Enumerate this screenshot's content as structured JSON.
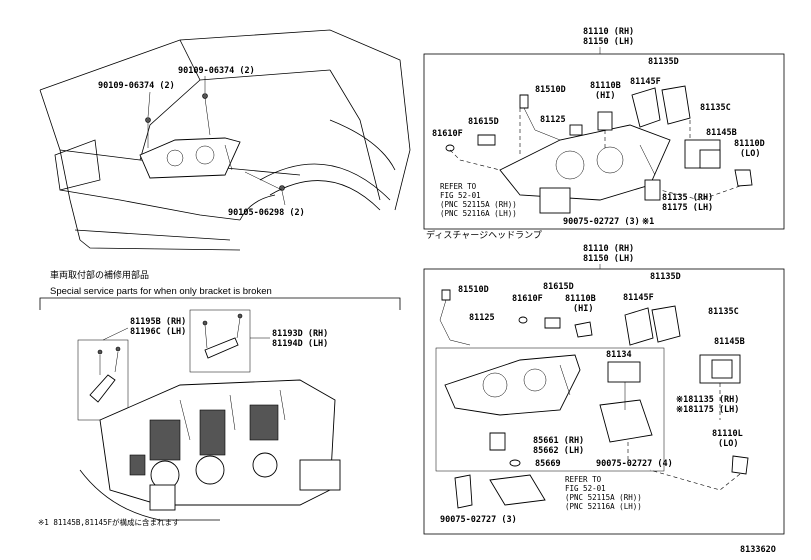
{
  "car": {
    "labels": [
      "90109-06374 (2)",
      "90109-06374 (2)",
      "90105-06298 (2)"
    ]
  },
  "bracket_section": {
    "title_jp": "車両取付部の補修用部品",
    "title_en": "Special service parts for when only bracket is broken",
    "labels": [
      "81195B (RH)",
      "81196C (LH)",
      "81193D (RH)",
      "81194D (LH)"
    ],
    "footnote": "※1 81145B,81145Fが構成に含まれます"
  },
  "upper_box": {
    "header": [
      "81110 (RH)",
      "81150 (LH)"
    ],
    "labels": [
      "81135D",
      "81145F",
      "81510D",
      "81110B",
      "(HI)",
      "81615D",
      "81125",
      "81610F",
      "81135C",
      "81145B",
      "81110D",
      "(LO)",
      "81135 (RH)",
      "81175 (LH)",
      "90075-02727 (3)",
      "※1"
    ],
    "refer": [
      "REFER TO",
      "FIG 52-01",
      "(PNC 52115A (RH))",
      "(PNC 52116A (LH))"
    ]
  },
  "lower_box": {
    "title_jp": "ディスチャージヘッドランプ",
    "header": [
      "81110 (RH)",
      "81150 (LH)"
    ],
    "labels": [
      "81135D",
      "81145F",
      "81510D",
      "81615D",
      "81610F",
      "81110B",
      "(HI)",
      "81125",
      "81134",
      "81135C",
      "81145B",
      "※181135 (RH)",
      "※181175 (LH)",
      "81110L",
      "(LO)",
      "85661 (RH)",
      "85662 (LH)",
      "85669",
      "90075-02727 (4)",
      "90075-02727 (3)"
    ],
    "refer": [
      "REFER TO",
      "FIG 52-01",
      "(PNC 52115A (RH))",
      "(PNC 52116A (LH))"
    ]
  },
  "figure_id": "813362O"
}
